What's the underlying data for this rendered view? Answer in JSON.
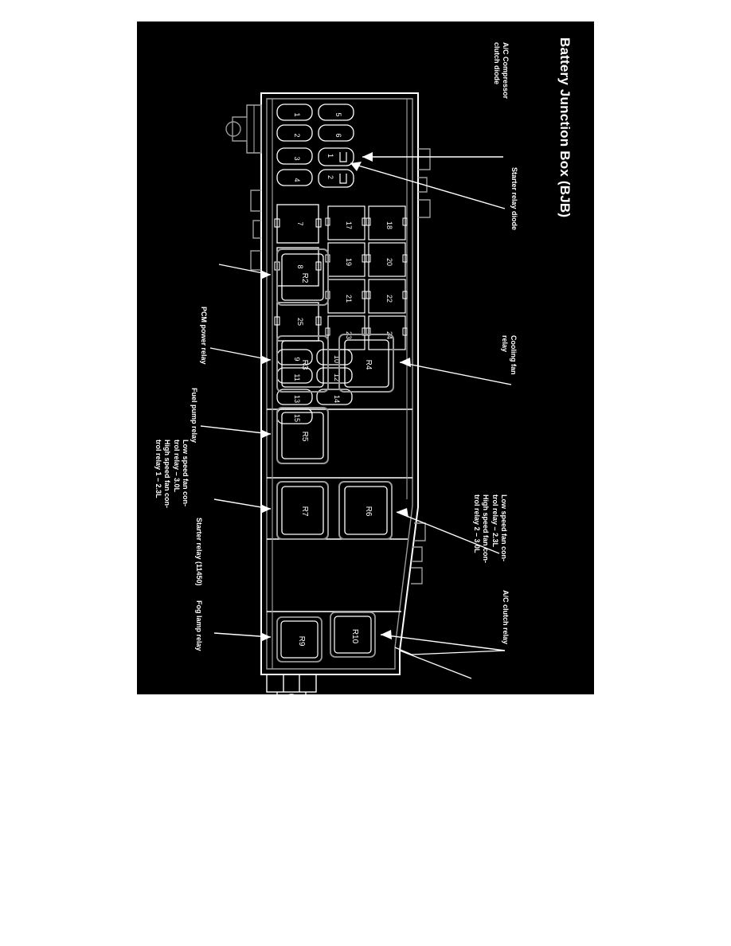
{
  "page": {
    "background": "#ffffff",
    "plate_background": "#000000",
    "line_color": "#ffffff",
    "dim_line_color": "#9a9a9a"
  },
  "title": "Battery Junction Box (BJB)",
  "callouts": {
    "ac_compressor_clutch_diode": "A/C Compressor\nclutch diode",
    "starter_relay_diode": "Starter relay diode",
    "pcm_power_relay": "PCM power relay",
    "fuel_pump_relay": "Fuel pump relay",
    "low_speed_fan_3l": "Low speed fan con-\ntrol relay – 3.0L",
    "high_speed_fan_1_23l": "High speed fan con-\ntrol relay 1 – 2.3L",
    "starter_relay": "Starter relay (11450)",
    "fog_lamp_relay": "Fog lamp relay",
    "cooling_fan_relay": "Cooling fan\nrelay",
    "low_speed_fan_23l": "Low speed fan con-\ntrol relay – 2.3L",
    "high_speed_fan_2_3l": "High speed fan con-\ntrol relay 2 – 3.0L",
    "ac_clutch_relay": "A/C clutch relay"
  },
  "fuses": {
    "top_row_1": [
      "1",
      "2",
      "3",
      "4"
    ],
    "top_row_2": [
      "5",
      "6"
    ],
    "diodes": [
      "1",
      "2"
    ],
    "large_top": [
      "7",
      "8",
      "25"
    ],
    "small_left": [
      "9",
      "10",
      "11",
      "12",
      "13",
      "14",
      "15"
    ],
    "mid_grid": [
      "17",
      "18",
      "19",
      "20",
      "21",
      "22",
      "23",
      "24"
    ]
  },
  "relays": {
    "r2": "R2",
    "r3": "R3",
    "r4": "R4",
    "r5": "R5",
    "r6": "R6",
    "r7": "R7",
    "r9": "R9",
    "r10": "R10"
  },
  "icons": {
    "diode_symbol": "diode-icon",
    "arrow": "arrow-icon",
    "mount_hole": "mount-hole-icon"
  }
}
